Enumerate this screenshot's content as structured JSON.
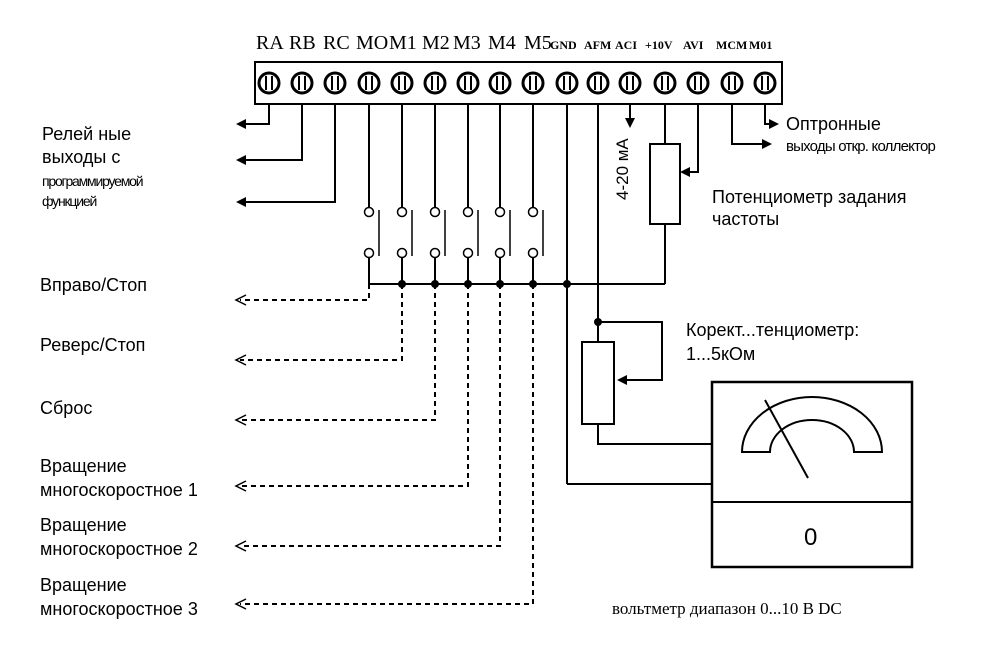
{
  "terminals": [
    "RA",
    "RB",
    "RC",
    "MO",
    "M1",
    "M2",
    "M3",
    "M4",
    "M5",
    "GND",
    "AFM",
    "ACI",
    "+10V",
    "AVI",
    "MCM",
    "M01"
  ],
  "left_labels": {
    "relay_line1": "Релей ные",
    "relay_line2": "выходы с",
    "relay_line3": "программируемой",
    "relay_line4": "функцией",
    "forward": "Вправо/Стоп",
    "reverse": "Реверс/Стоп",
    "reset": "Сброс",
    "ms1_line1": "Вращение",
    "ms1_line2": "многоскоростное 1",
    "ms2_line1": "Вращение",
    "ms2_line2": "многоскоростное 2",
    "ms3_line1": "Вращение",
    "ms3_line2": "многоскоростное 3"
  },
  "right_labels": {
    "optron_line1": "Оптронные",
    "optron_line2": "выходы откр. коллектор",
    "current": "4-20 мА",
    "pot_freq_line1": "Потенциометр задания",
    "pot_freq_line2": "частоты",
    "pot_corr_line1": "Корект...тенциометр:",
    "pot_corr_line2": "1...5кОм",
    "voltmeter_zero": "0",
    "voltmeter_caption": "вольтметр диапазон 0...10 В DC"
  }
}
